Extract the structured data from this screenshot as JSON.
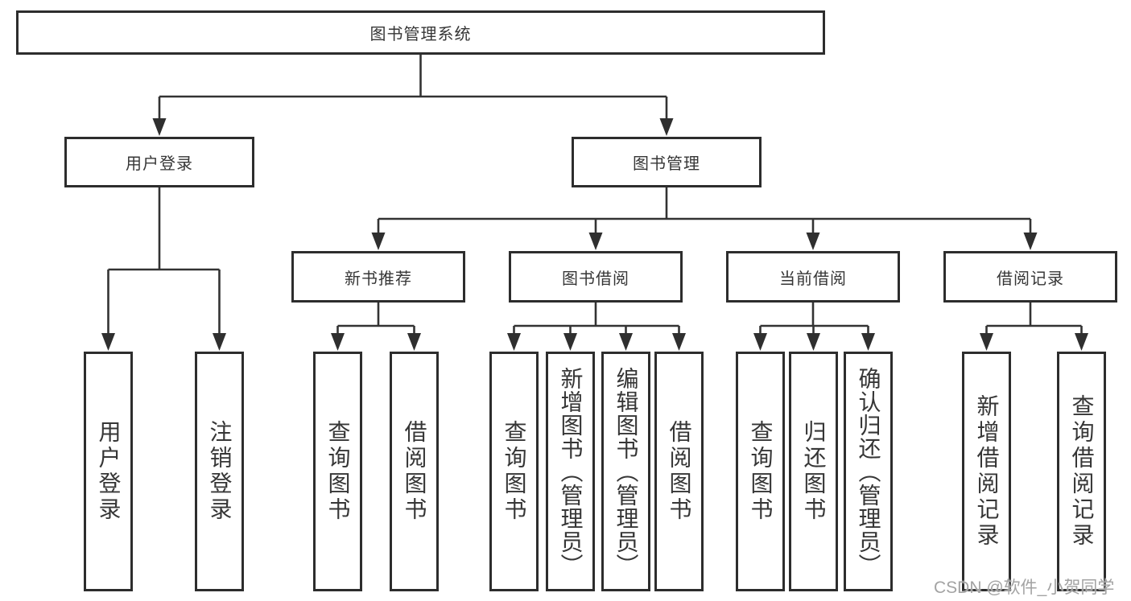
{
  "tree": {
    "root": {
      "label": "图书管理系统"
    },
    "user_login": {
      "label": "用户登录",
      "children": [
        {
          "label": "用户登录"
        },
        {
          "label": "注销登录"
        }
      ]
    },
    "book_mgmt": {
      "label": "图书管理",
      "sections": [
        {
          "label": "新书推荐",
          "children": [
            {
              "label": "查询图书"
            },
            {
              "label": "借阅图书"
            }
          ]
        },
        {
          "label": "图书借阅",
          "children": [
            {
              "label": "查询图书"
            },
            {
              "label": "新增图书（管理员）"
            },
            {
              "label": "编辑图书（管理员）"
            },
            {
              "label": "借阅图书"
            }
          ]
        },
        {
          "label": "当前借阅",
          "children": [
            {
              "label": "查询图书"
            },
            {
              "label": "归还图书"
            },
            {
              "label": "确认归还（管理员）"
            }
          ]
        },
        {
          "label": "借阅记录",
          "children": [
            {
              "label": "新增借阅记录"
            },
            {
              "label": "查询借阅记录"
            }
          ]
        }
      ]
    }
  },
  "watermark": "CSDN @软件_小贺同学",
  "colors": {
    "line": "#333333",
    "box_border": "#2d2d2d",
    "text": "#363636",
    "watermark_text": "#a3a3a3",
    "background": "#ffffff"
  }
}
